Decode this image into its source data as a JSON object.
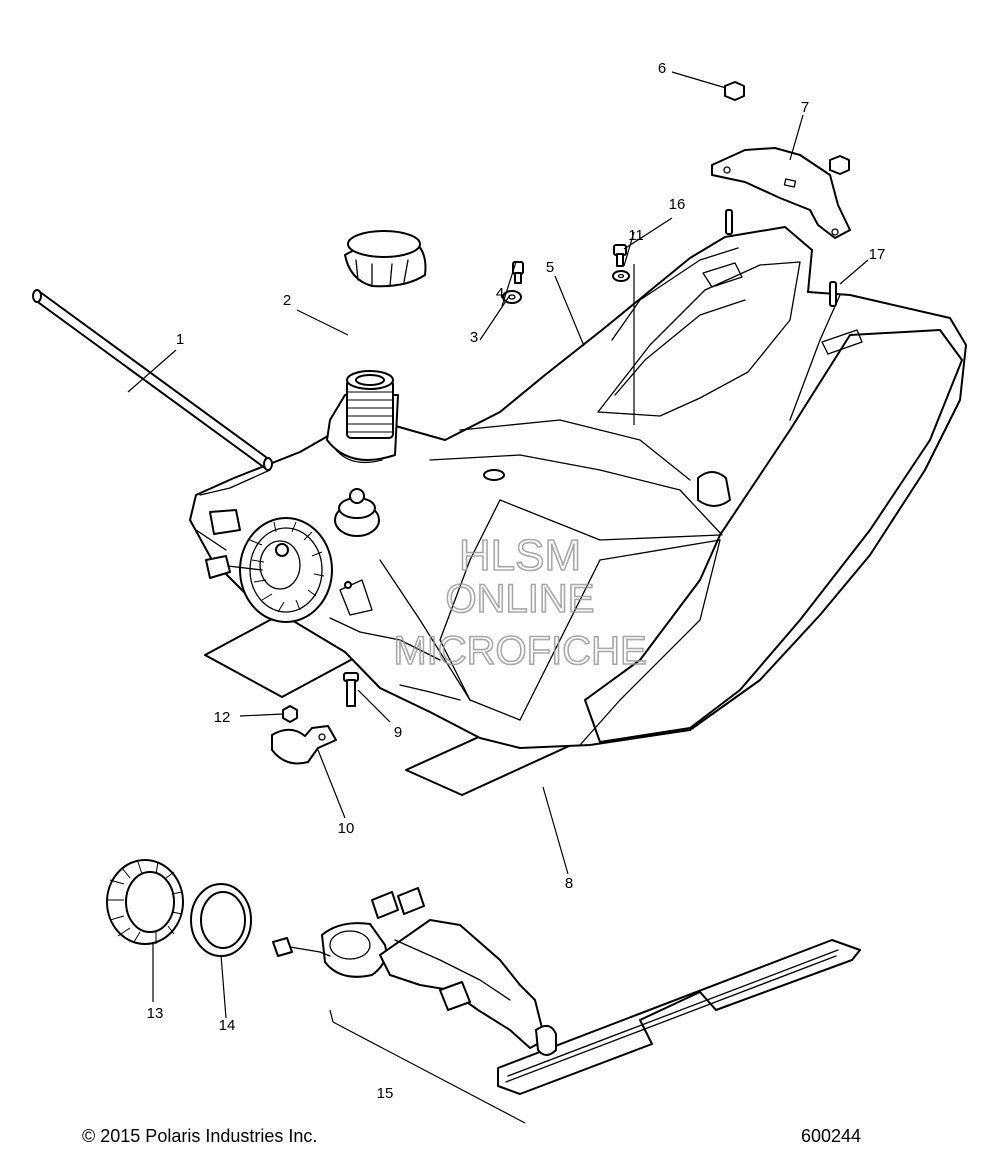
{
  "callouts": [
    {
      "id": "1",
      "label": "1"
    },
    {
      "id": "2",
      "label": "2"
    },
    {
      "id": "3",
      "label": "3"
    },
    {
      "id": "4",
      "label": "4"
    },
    {
      "id": "5",
      "label": "5"
    },
    {
      "id": "6",
      "label": "6"
    },
    {
      "id": "7",
      "label": "7"
    },
    {
      "id": "8",
      "label": "8"
    },
    {
      "id": "9",
      "label": "9"
    },
    {
      "id": "10",
      "label": "10"
    },
    {
      "id": "11",
      "label": "11"
    },
    {
      "id": "12",
      "label": "12"
    },
    {
      "id": "13",
      "label": "13"
    },
    {
      "id": "14",
      "label": "14"
    },
    {
      "id": "15",
      "label": "15"
    },
    {
      "id": "16",
      "label": "16"
    },
    {
      "id": "17",
      "label": "17"
    }
  ],
  "watermark": {
    "line1": "HLSM",
    "line2": "ONLINE",
    "line3": "MICROFICHE"
  },
  "footer": {
    "copyright": "© 2015 Polaris Industries Inc.",
    "diagram_number": "600244"
  }
}
